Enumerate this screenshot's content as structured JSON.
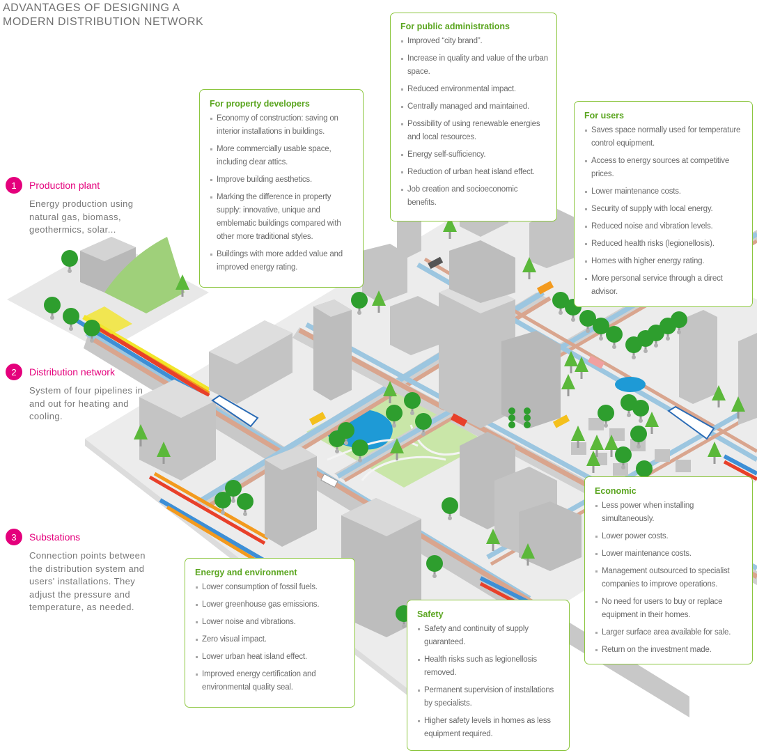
{
  "title": {
    "line1": "ADVANTAGES OF DESIGNING A",
    "line2": "MODERN DISTRIBUTION NETWORK"
  },
  "steps": [
    {
      "number": "1",
      "title": "Production plant",
      "description": "Energy production using natural gas, biomass, geothermics, solar..."
    },
    {
      "number": "2",
      "title": "Distribution network",
      "description": "System of four pipelines in and out for heating and cooling."
    },
    {
      "number": "3",
      "title": "Substations",
      "description": "Connection points between the distribution system and users' installations. They adjust the pressure and temperature, as needed."
    }
  ],
  "cards": {
    "property_developers": {
      "title": "For property developers",
      "items": [
        "Economy of construction: saving on interior installations in buildings.",
        "More commercially usable space, including clear attics.",
        "Improve building aesthetics.",
        "Marking the difference in property supply: innovative, unique and emblematic buildings compared with other more traditional styles.",
        "Buildings with more added value and improved energy rating."
      ]
    },
    "public_administrations": {
      "title": "For public administrations",
      "items": [
        "Improved “city brand”.",
        "Increase in quality and value of the urban space.",
        "Reduced environmental impact.",
        "Centrally managed and maintained.",
        "Possibility of using renewable energies and local resources.",
        "Energy self-sufficiency.",
        "Reduction of urban heat island effect.",
        "Job creation and socioeconomic benefits."
      ]
    },
    "users": {
      "title": "For users",
      "items": [
        "Saves space normally used for temperature control equipment.",
        "Access to energy sources at competitive prices.",
        "Lower maintenance costs.",
        "Security of supply with local energy.",
        "Reduced noise and vibration levels.",
        "Reduced health risks (legionellosis).",
        "Homes with higher energy rating.",
        "More personal service through a direct advisor."
      ]
    },
    "economic": {
      "title": "Economic",
      "items": [
        "Less power when installing simultaneously.",
        "Lower power costs.",
        "Lower maintenance costs.",
        "Management outsourced to specialist companies to improve operations.",
        "No need for users to buy or replace equipment in their homes.",
        "Larger surface area available for sale.",
        "Return on the investment made."
      ]
    },
    "energy_environment": {
      "title": "Energy and environment",
      "items": [
        "Lower consumption of fossil fuels.",
        "Lower greenhouse gas emissions.",
        "Lower noise and vibrations.",
        "Zero visual impact.",
        "Lower urban heat island effect.",
        "Improved energy certification and environmental quality seal."
      ]
    },
    "safety": {
      "title": "Safety",
      "items": [
        "Safety and continuity of supply guaranteed.",
        "Health risks such as legionellosis removed.",
        "Permanent supervision of installations by specialists.",
        "Higher safety levels in homes as less equipment required."
      ]
    }
  },
  "colors": {
    "accent_magenta": "#e4007c",
    "card_border": "#8cc63f",
    "card_title": "#5aa51f",
    "pipe_blue": "#3d8fd6",
    "pipe_red": "#e8402a",
    "pipe_orange": "#f39a1e",
    "pipe_yellow": "#f2e52a",
    "road_cold": "#9cc6e0",
    "road_warm": "#d9a58e",
    "building": "#c4c4c4",
    "tree": "#2e9e2e"
  }
}
